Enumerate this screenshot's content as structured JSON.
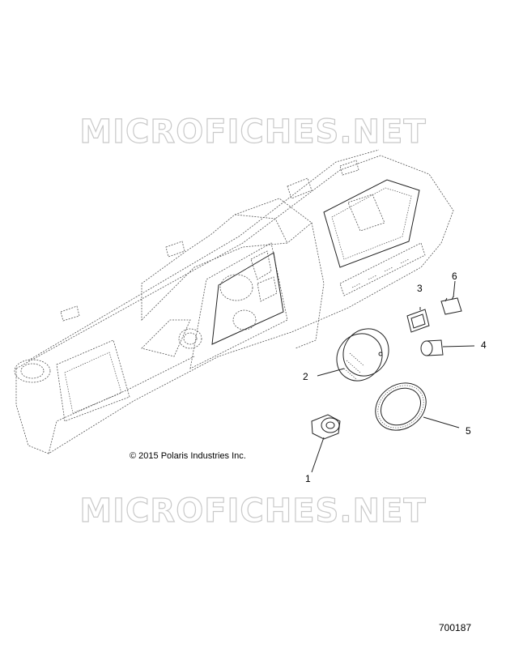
{
  "watermarks": [
    "MICROFICHES.NET",
    "MICROFICHES.NET"
  ],
  "copyright": "© 2015 Polaris Industries Inc.",
  "figure_number": "700187",
  "callouts": [
    "1",
    "2",
    "3",
    "4",
    "5",
    "6"
  ]
}
